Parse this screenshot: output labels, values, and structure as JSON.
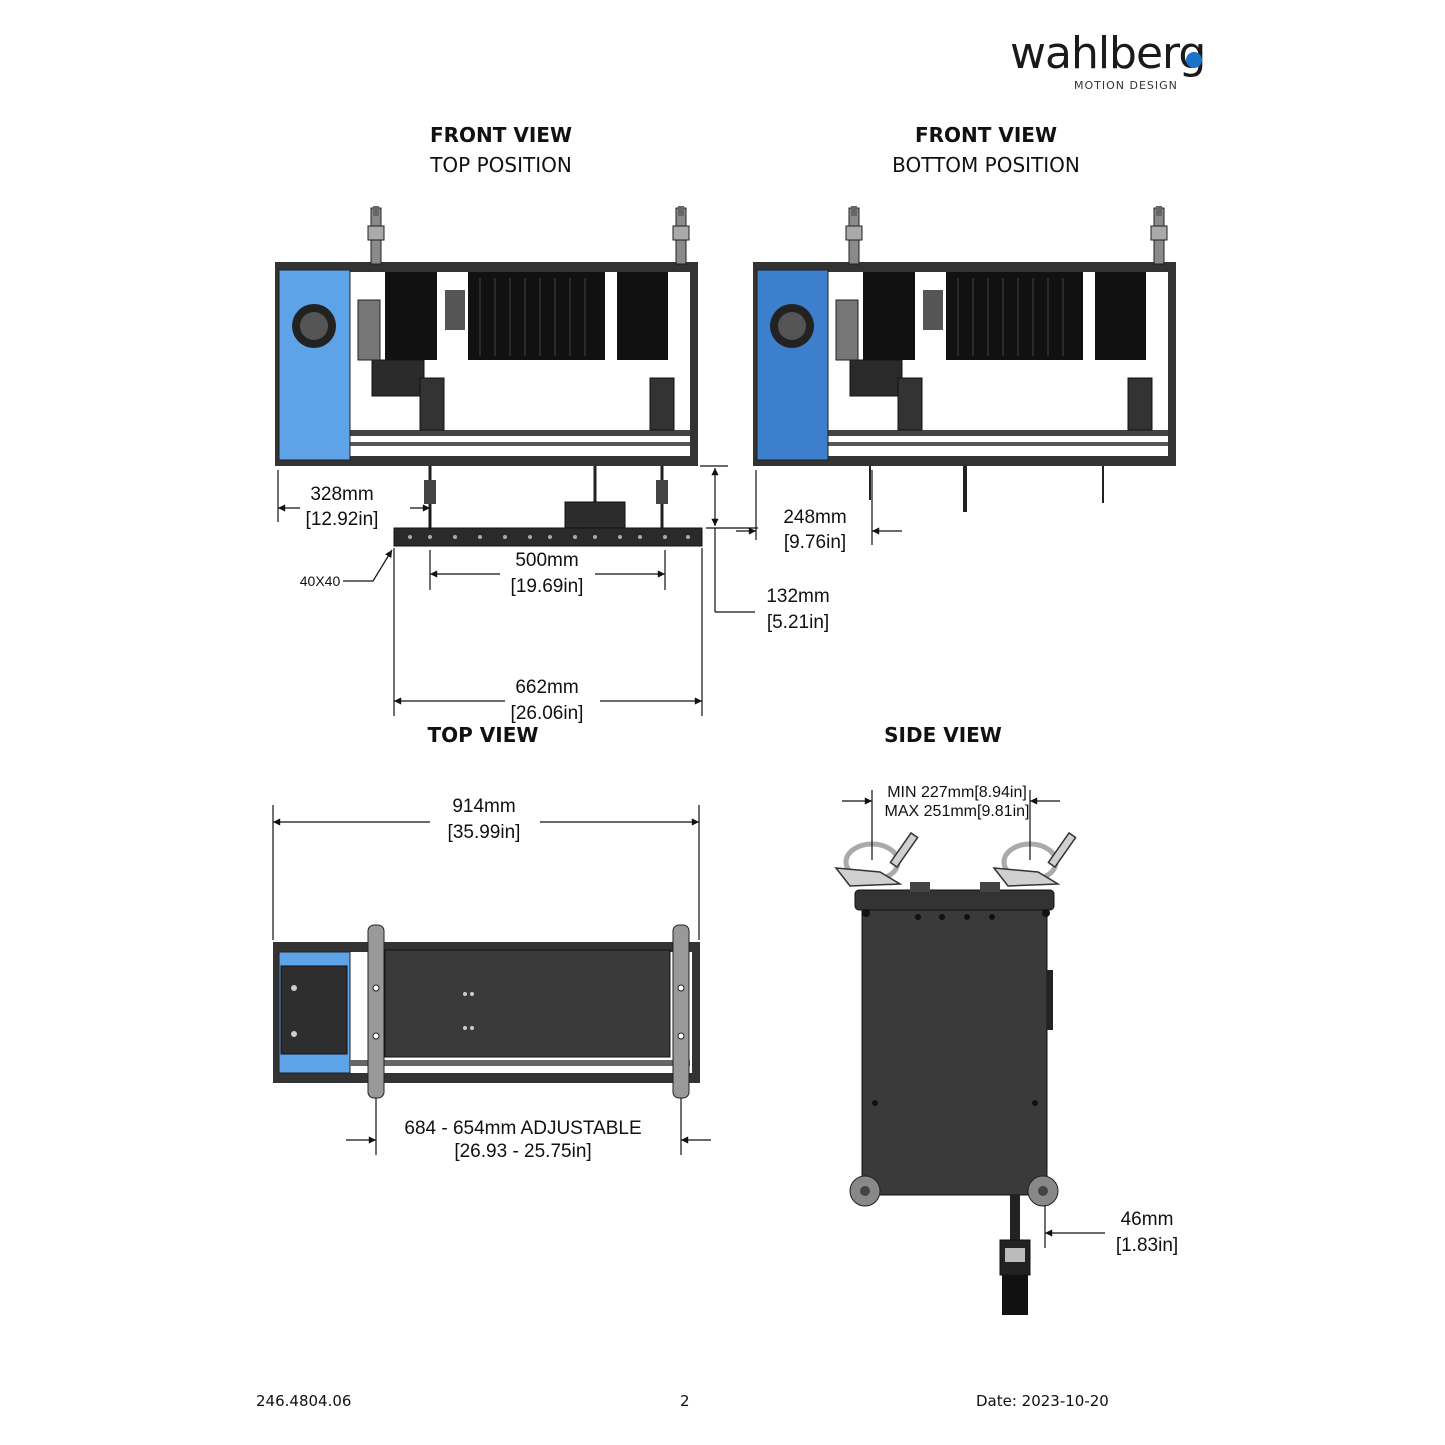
{
  "logo": {
    "name": "wahlberg",
    "tagline": "MOTION DESIGN",
    "accent": "#1a73c8"
  },
  "views": {
    "front_top": {
      "title": "FRONT VIEW",
      "subtitle": "TOP POSITION"
    },
    "front_bottom": {
      "title": "FRONT VIEW",
      "subtitle": "BOTTOM POSITION"
    },
    "top": {
      "title": "TOP VIEW"
    },
    "side": {
      "title": "SIDE VIEW"
    }
  },
  "dimensions": {
    "d328": {
      "mm": "328mm",
      "in": "[12.92in]"
    },
    "d500": {
      "mm": "500mm",
      "in": "[19.69in]"
    },
    "d662": {
      "mm": "662mm",
      "in": "[26.06in]"
    },
    "d132": {
      "mm": "132mm",
      "in": "[5.21in]"
    },
    "d248": {
      "mm": "248mm",
      "in": "[9.76in]"
    },
    "profile": "40X40",
    "d914": {
      "mm": "914mm",
      "in": "[35.99in]"
    },
    "adjustable": {
      "mm": "684 - 654mm ADJUSTABLE",
      "in": "[26.93 - 25.75in]"
    },
    "clamp_min": "MIN 227mm[8.94in]",
    "clamp_max": "MAX 251mm[9.81in]",
    "d46": {
      "mm": "46mm",
      "in": "[1.83in]"
    }
  },
  "footer": {
    "doc_number": "246.4804.06",
    "page": "2",
    "date": "Date: 2023-10-20"
  },
  "colors": {
    "blue_panel": "#5ea2e8",
    "blue_panel_dark": "#3c7fcc",
    "steel": "#3a3a3a"
  }
}
